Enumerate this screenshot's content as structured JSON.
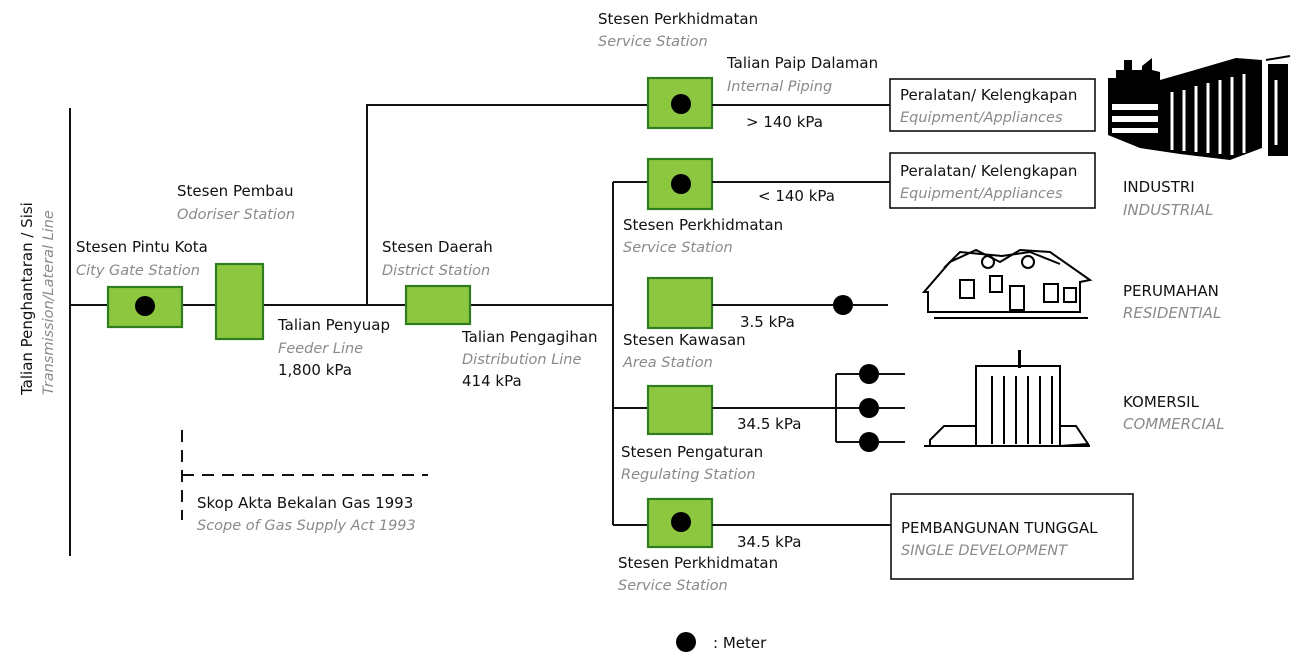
{
  "transmission": {
    "label": "Talian Penghantaran / Sisi",
    "label_en": "Transmission/Lateral Line"
  },
  "city_gate": {
    "label": "Stesen Pintu Kota",
    "label_en": "City Gate Station"
  },
  "odoriser": {
    "label": "Stesen Pembau",
    "label_en": "Odoriser Station"
  },
  "feeder": {
    "label": "Talian Penyuap",
    "label_en": "Feeder Line",
    "pressure": "1,800 kPa"
  },
  "district": {
    "label": "Stesen Daerah",
    "label_en": "District Station"
  },
  "distribution": {
    "label": "Talian Pengagihan",
    "label_en": "Distribution Line",
    "pressure": "414 kPa"
  },
  "service_top": {
    "label": "Stesen Perkhidmatan",
    "label_en": "Service Station"
  },
  "internal_piping": {
    "label": "Talian Paip Dalaman",
    "label_en": "Internal Piping",
    "pressure": "> 140 kPa"
  },
  "equipment_1": {
    "label": "Peralatan/ Kelengkapan",
    "label_en": "Equipment/Appliances"
  },
  "service_2": {
    "label": "Stesen Perkhidmatan",
    "label_en": "Service Station",
    "pressure": "< 140 kPa"
  },
  "equipment_2": {
    "label": "Peralatan/ Kelengkapan",
    "label_en": "Equipment/Appliances"
  },
  "industrial": {
    "label": "INDUSTRI",
    "label_en": "INDUSTRIAL"
  },
  "area": {
    "label": "Stesen Kawasan",
    "label_en": "Area Station",
    "pressure": "3.5 kPa"
  },
  "residential": {
    "label": "PERUMAHAN",
    "label_en": "RESIDENTIAL"
  },
  "regulating": {
    "label": "Stesen Pengaturan",
    "label_en": "Regulating Station",
    "pressure": "34.5 kPa"
  },
  "commercial": {
    "label": "KOMERSIL",
    "label_en": "COMMERCIAL"
  },
  "service_bottom": {
    "label": "Stesen Perkhidmatan",
    "label_en": "Service Station",
    "pressure": "34.5 kPa"
  },
  "single_dev": {
    "label": "PEMBANGUNAN TUNGGAL",
    "label_en": "SINGLE DEVELOPMENT"
  },
  "scope": {
    "label": "Skop Akta Bekalan Gas 1993",
    "label_en": "Scope of Gas Supply Act 1993"
  },
  "legend": {
    "label": ": Meter"
  },
  "colors": {
    "station_fill": "#8dc63f",
    "station_stroke": "#2e7d1f",
    "subtitle": "#8a8a8a",
    "line": "#111111"
  }
}
